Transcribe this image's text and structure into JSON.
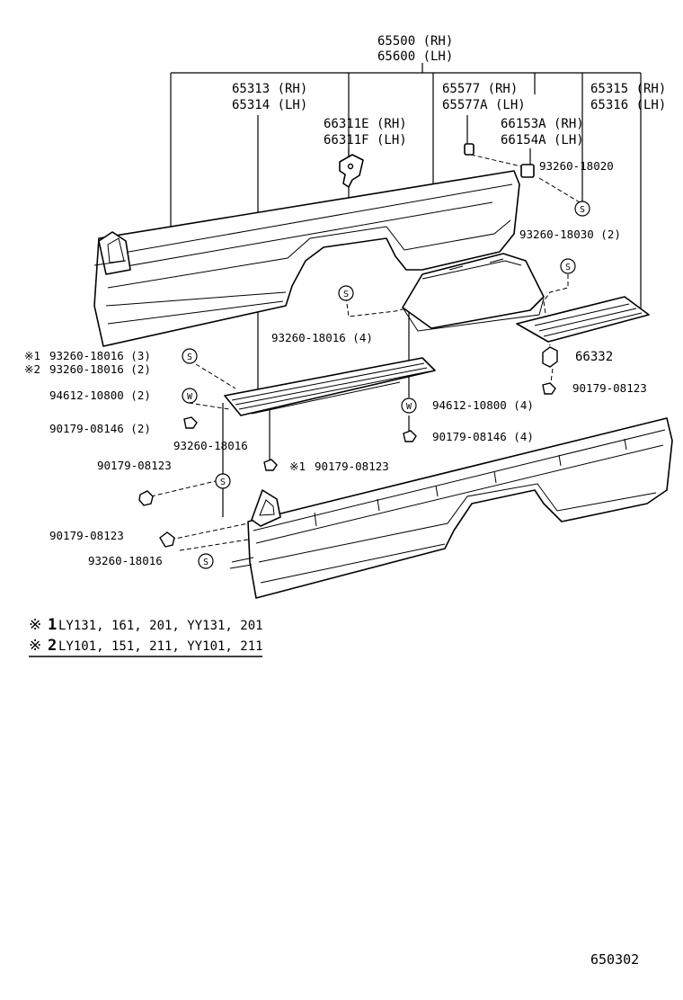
{
  "parts": {
    "p65500": "65500 (RH)",
    "p65600": "65600 (LH)",
    "p65313": "65313 (RH)",
    "p65314": "65314 (LH)",
    "p66311e": "66311E (RH)",
    "p66311f": "66311F (LH)",
    "p65577": "65577  (RH)",
    "p65577a": "65577A (LH)",
    "p66153a": "66153A (RH)",
    "p66154a": "66154A (LH)",
    "p65315": "65315 (RH)",
    "p65316": "65316 (LH)",
    "p93260_18020": "93260-18020",
    "p93260_18030": "93260-18030 (2)",
    "p93260_18016_4": "93260-18016 (4)",
    "p66332": "66332",
    "p90179_08123_r": "90179-08123",
    "p94612_10800_4": "94612-10800 (4)",
    "p90179_08146_4": "90179-08146 (4)",
    "p93260_18016_3": "93260-18016 (3)",
    "p93260_18016_2": "93260-18016 (2)",
    "p94612_10800_2": "94612-10800 (2)",
    "p90179_08146_2": "90179-08146 (2)",
    "p93260_18016_a": "93260-18016",
    "p90179_08123_l1": "90179-08123",
    "p90179_08123_m": "90179-08123",
    "p90179_08123_l2": "90179-08123",
    "p93260_18016_b": "93260-18016"
  },
  "marks": {
    "ref1": "※1",
    "ref2": "※2",
    "ref1_m": "※1"
  },
  "symbols": {
    "s": "S",
    "w": "W"
  },
  "notes": {
    "note1_mark": "※",
    "note1_num": "1",
    "note1_models": "LY131, 161, 201, YY131, 201",
    "note2_mark": "※",
    "note2_num": "2",
    "note2_models": "LY101, 151, 211, YY101, 211"
  },
  "figure_id": "650302"
}
